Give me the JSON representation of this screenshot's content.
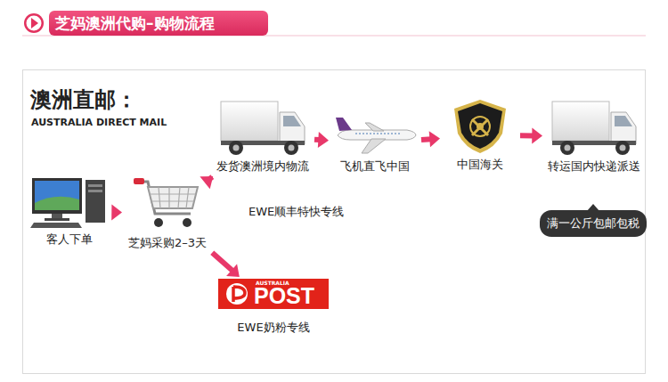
{
  "diagram": {
    "title": "芝妈澳洲代购–购物流程",
    "nodes": [
      {
        "text": [
          "客人下单"
        ]
      },
      {
        "text": [
          "芝妈采购2–3天"
        ]
      },
      {
        "text": [
          "发货澳洲境内物流"
        ]
      },
      {
        "text": [
          "飞机直飞中国"
        ]
      },
      {
        "text": [
          "中国海关"
        ]
      },
      {
        "text": [
          "转运国内快递派送"
        ]
      },
      {
        "text": [
          "AUSTRALIA",
          "POST",
          "EWE奶粉专线"
        ]
      },
      {
        "text": [
          "满一公斤包邮包税"
        ]
      }
    ],
    "edges": [
      {
        "from": 0,
        "to": 1,
        "arrow": "to"
      },
      {
        "from": 1,
        "to": 2,
        "arrow": "to"
      },
      {
        "from": 2,
        "to": 3,
        "arrow": "to"
      },
      {
        "from": 3,
        "to": 4,
        "arrow": "to"
      },
      {
        "from": 4,
        "to": 5,
        "arrow": "to"
      },
      {
        "from": 1,
        "to": 6,
        "arrow": "to"
      }
    ],
    "labels": [
      "澳洲直邮：",
      "AUSTRALIA DIRECT MAIL",
      "EWE顺丰特快专线"
    ]
  }
}
